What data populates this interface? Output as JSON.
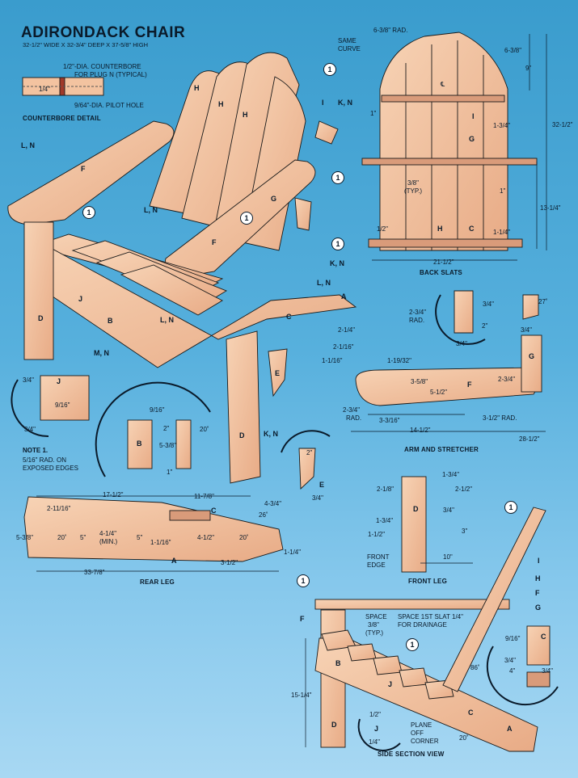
{
  "header": {
    "title": "ADIRONDACK CHAIR",
    "subtitle": "32-1/2\" WIDE X 32-3/4\" DEEP X 37-5/8\" HIGH"
  },
  "counterbore": {
    "callout1": "1/2\"-DIA. COUNTERBORE",
    "callout2": "FOR PLUG N (TYPICAL)",
    "depth": "1/4\"",
    "pilot": "9/64\"-DIA. PILOT HOLE",
    "caption": "COUNTERBORE DETAIL"
  },
  "note": {
    "heading": "NOTE 1.",
    "line1": "5/16\" RAD. ON",
    "line2": "EXPOSED EDGES"
  },
  "parts": {
    "A": "A",
    "B": "B",
    "C": "C",
    "D": "D",
    "E": "E",
    "F": "F",
    "G": "G",
    "H": "H",
    "I": "I",
    "J": "J",
    "K_N": "K, N",
    "L_N": "L, N",
    "M_N": "M, N",
    "one": "1"
  },
  "back_slats": {
    "caption": "BACK SLATS",
    "rad": "6-3/8\" RAD.",
    "same": "SAME",
    "curve": "CURVE",
    "d_6_3_8": "6-3/8\"",
    "d_9": "9\"",
    "d_32_1_2": "32-1/2\"",
    "d_1_3_4": "1-3/4\"",
    "d_13_1_4": "13-1/4\"",
    "d_1_1_4": "1-1/4\"",
    "d_21_1_2": "21-1/2\"",
    "d_1": "1\"",
    "d_3_8": "3/8\"",
    "d_typ": "(TYP.)",
    "d_1_2": "1/2\"",
    "cl": "℄"
  },
  "arm": {
    "caption": "ARM AND STRETCHER",
    "d_2_3_4_rad": "2-3/4\"",
    "rad": "RAD.",
    "d_3_4": "3/4\"",
    "d_2": "2\"",
    "d_27": "27˚",
    "d_2_1_4": "2-1/4\"",
    "d_2_1_16": "2-1/16\"",
    "d_1_1_16": "1-1/16\"",
    "d_1_19_32": "1-19/32\"",
    "d_3_5_8": "3-5/8\"",
    "d_5_1_2": "5-1/2\"",
    "d_2_3_4": "2-3/4\"",
    "d_3_3_16": "3-3/16\"",
    "d_14_1_2": "14-1/2\"",
    "d_28_1_2": "28-1/2\"",
    "d_3_1_2_rad": "3-1/2\" RAD."
  },
  "j_detail": {
    "d_3_4": "3/4\"",
    "d_9_16": "9/16\""
  },
  "b_detail": {
    "d_9_16": "9/16\"",
    "d_2": "2\"",
    "d_5_3_8": "5-3/8\"",
    "d_1": "1\"",
    "d_20": "20˚"
  },
  "e_detail": {
    "d_2": "2\"",
    "d_3_4": "3/4\""
  },
  "rear_leg": {
    "caption": "REAR LEG",
    "d_17_1_2": "17-1/2\"",
    "d_11_7_8": "11-7/8\"",
    "d_4_3_4": "4-3/4\"",
    "d_2_11_16": "2-11/16\"",
    "d_26": "26˚",
    "d_5_3_8": "5-3/8\"",
    "d_20a": "20˚",
    "d_5a": "5\"",
    "d_4_1_4": "4-1/4\"",
    "d_min": "(MIN.)",
    "d_5b": "5\"",
    "d_1_1_16": "1-1/16\"",
    "d_4_1_2": "4-1/2\"",
    "d_20b": "20˚",
    "d_1_1_4": "1-1/4\"",
    "d_3_1_2": "3-1/2\"",
    "d_33_7_8": "33-7/8\""
  },
  "front_leg": {
    "caption": "FRONT LEG",
    "d_1_3_4": "1-3/4\"",
    "d_2_1_8": "2-1/8\"",
    "d_2_1_2": "2-1/2\"",
    "d_3_4": "3/4\"",
    "d_1_3_4b": "1-3/4\"",
    "d_1_1_2": "1-1/2\"",
    "d_3": "3\"",
    "front": "FRONT",
    "edge": "EDGE",
    "d_10": "10\""
  },
  "side_section": {
    "caption": "SIDE SECTION VIEW",
    "space1": "SPACE",
    "space2": "3/8\"",
    "space3": "(TYP.)",
    "drain1": "SPACE 1ST SLAT 1/4\"",
    "drain2": "FOR DRAINAGE",
    "d_86": "86˚",
    "d_15_1_4": "15-1/4\"",
    "d_1_2": "1/2\"",
    "d_1_4": "1/4\"",
    "plane1": "PLANE",
    "plane2": "OFF",
    "plane3": "CORNER",
    "d_20": "20˚"
  },
  "c_detail": {
    "d_9_16": "9/16\"",
    "d_3_4a": "3/4\"",
    "d_3_4b": "3/4\"",
    "d_4": "4\""
  },
  "colors": {
    "background": "#4aa8d8",
    "wood": "#f3c3a0",
    "wood_shade": "#d89a78",
    "line": "#0a1a2a"
  }
}
